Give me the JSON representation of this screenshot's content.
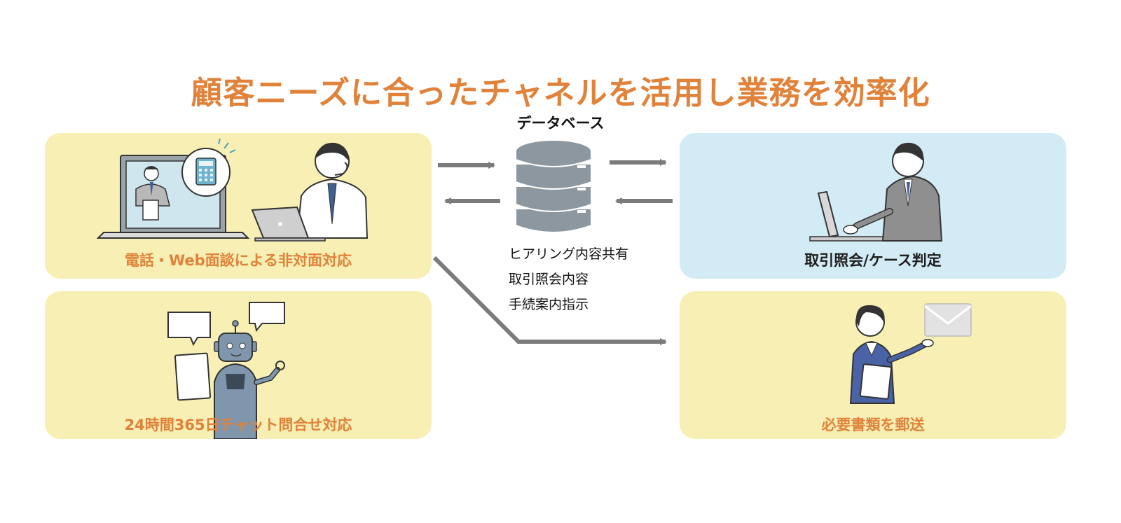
{
  "title": "顧客ニーズに合ったチャネルを活用し業務を効率化",
  "database": {
    "label": "データベース"
  },
  "panels": {
    "video_call": {
      "label": "電話・Web面談による非対面対応"
    },
    "chatbot": {
      "label": "24時間365日チャット問合せ対応"
    },
    "transaction": {
      "label": "取引照会/ケース判定"
    },
    "mailing": {
      "label": "必要書類を郵送"
    }
  },
  "notes": [
    "ヒアリング内容共有",
    "取引照会内容",
    "手続案内指示"
  ],
  "colors": {
    "accent": "#e0823a",
    "panel_yellow": "#f8efb4",
    "panel_blue": "#d3ebf5",
    "arrow": "#7b7b7b",
    "database": "#8c979f"
  }
}
